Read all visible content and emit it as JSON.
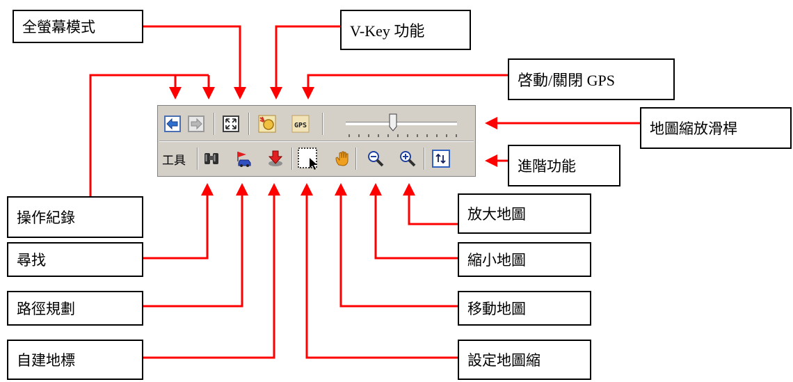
{
  "labels": {
    "fullscreen": "全螢幕模式",
    "vkey": "V-Key 功能",
    "gps": "啓動/關閉 GPS",
    "zoom_slider": "地圖縮放滑桿",
    "advanced": "進階功能",
    "history": "操作紀錄",
    "find": "尋找",
    "route": "路徑規劃",
    "landmark": "自建地標",
    "zoom_in": "放大地圖",
    "zoom_out": "縮小地圖",
    "pan": "移動地圖",
    "set_zoom": "設定地圖縮"
  },
  "toolbar": {
    "tools_label": "工具",
    "gps_button_text": "GPS"
  },
  "slider": {
    "level": 0.42
  },
  "colors": {
    "arrow": "#ff0000",
    "toolbar_bg": "#d4d0c8"
  },
  "icons": [
    "back-arrow-icon",
    "forward-arrow-icon",
    "fullscreen-icon",
    "vkey-icon",
    "gps-icon",
    "binoculars-icon",
    "route-car-flag-icon",
    "landmark-pin-icon",
    "select-zoom-icon",
    "hand-icon",
    "zoom-out-icon",
    "zoom-in-icon",
    "advanced-arrows-icon"
  ]
}
